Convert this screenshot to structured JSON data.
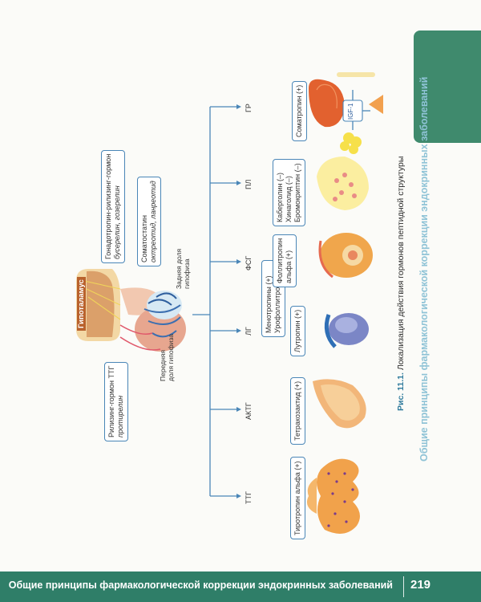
{
  "footer": {
    "title": "Общие принципы фармакологической коррекции эндокринных заболеваний",
    "page_number": "219"
  },
  "running_head": "Общие принципы фармакологической коррекции эндокринных заболеваний",
  "caption": {
    "number": "Рис. 11.1.",
    "text": "Локализация действия гормонов пептидной структуры"
  },
  "figure": {
    "hypothalamus_label": "Гипоталамус",
    "anterior_pituitary_label": "Передняя доля гипофиза",
    "posterior_pituitary_label": "Задняя доля гипофиза",
    "top_boxes": [
      {
        "title": "Рилизинг-гормон ТТГ",
        "drugs": "протирелин"
      },
      {
        "title": "Гонадотропин-рилизинг-гормон",
        "drugs": "бусерелин, гозерелин"
      },
      {
        "title": "Соматостатин",
        "drugs": "октреотид, ланреотид"
      }
    ],
    "hormones": [
      "ТТГ",
      "АКТГ",
      "ЛГ",
      "ФСГ",
      "ПЛ",
      "ГР"
    ],
    "lh_fsh_box": [
      "Менотропины (+)",
      "Урофоллитропин (+)"
    ],
    "drug_boxes": [
      {
        "hormone": "ТТГ",
        "lines": [
          "Тиротропин альфа (+)"
        ]
      },
      {
        "hormone": "АКТГ",
        "lines": [
          "Тетракозактид (+)"
        ]
      },
      {
        "hormone": "ЛГ",
        "lines": [
          "Лутропин (+)"
        ]
      },
      {
        "hormone": "ФСГ",
        "lines": [
          "Фоллитропин",
          "альфа (+)"
        ]
      },
      {
        "hormone": "ПЛ",
        "lines": [
          "Каберголин (–)",
          "Хинаголид (–)",
          "Бромокриптин (–)"
        ]
      },
      {
        "hormone": "ГР",
        "lines": [
          "Соматропин (+)"
        ]
      }
    ],
    "igf_label": "IGF-1"
  },
  "colors": {
    "footer": "#2f7e68",
    "tab": "#3f8a6d",
    "line": "#4a86b7",
    "caption_num": "#2e7a9c",
    "running_head": "#8fc3d6"
  }
}
